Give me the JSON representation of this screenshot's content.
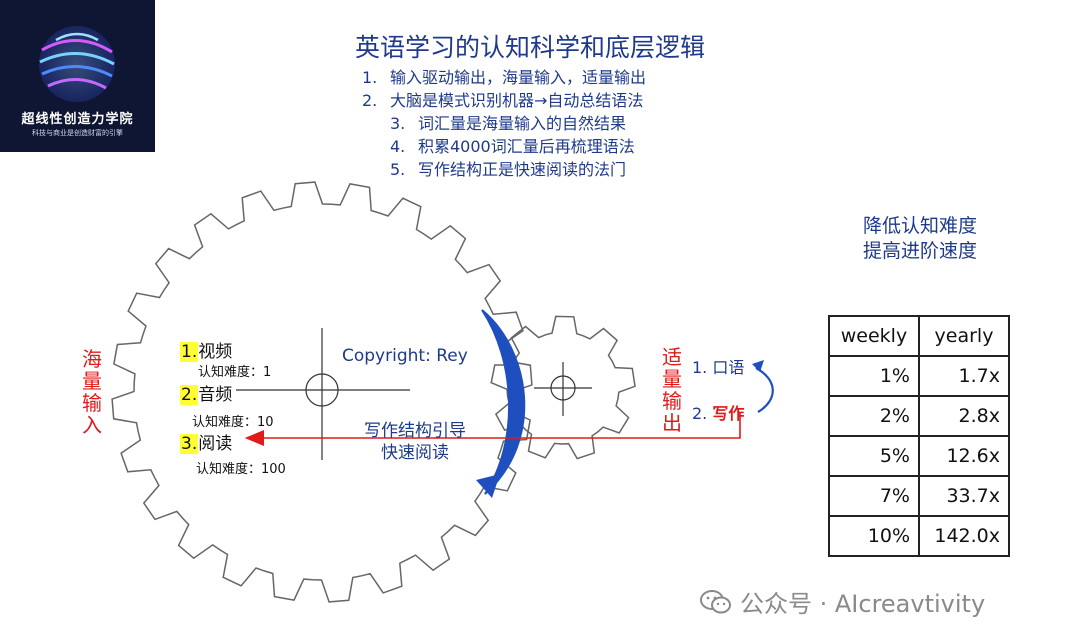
{
  "logo": {
    "name": "超线性创造力学院",
    "tagline": "科技与商业是创造财富的引擎"
  },
  "title": "英语学习的认知科学和底层逻辑",
  "points": [
    {
      "num": "1.",
      "text": "输入驱动输出，海量输入，适量输出"
    },
    {
      "num": "2.",
      "text": "大脑是模式识别机器→自动总结语法"
    },
    {
      "num": "3.",
      "text": "词汇量是海量输入的自然结果"
    },
    {
      "num": "4.",
      "text": "积累4000词汇量后再梳理语法"
    },
    {
      "num": "5.",
      "text": "写作结构正是快速阅读的法门"
    }
  ],
  "side": {
    "line1": "降低认知难度",
    "line2": "提高进阶速度"
  },
  "left_vertical": "海量输入",
  "right_vertical": "适量输出",
  "inputs": [
    {
      "num": "1.",
      "label": "视频",
      "sub": "认知难度：1"
    },
    {
      "num": "2.",
      "label": "音频",
      "sub": "认知难度：10"
    },
    {
      "num": "3.",
      "label": "阅读",
      "sub": "认知难度：100"
    }
  ],
  "copyright": "Copyright: Rey",
  "guide": {
    "line1": "写作结构引导",
    "line2": "快速阅读"
  },
  "outputs": [
    {
      "num": "1.",
      "label": "口语"
    },
    {
      "num": "2.",
      "label": "写作"
    }
  ],
  "table": {
    "headers": [
      "weekly",
      "yearly"
    ],
    "rows": [
      [
        "1%",
        "1.7x"
      ],
      [
        "2%",
        "2.8x"
      ],
      [
        "5%",
        "12.6x"
      ],
      [
        "7%",
        "33.7x"
      ],
      [
        "10%",
        "142.0x"
      ]
    ]
  },
  "watermark": "公众号 · AIcreavtivity",
  "colors": {
    "title_blue": "#1f3a8a",
    "accent_red": "#e01a1a",
    "highlight": "#ffff33",
    "arrow_blue": "#1f4fbf"
  }
}
